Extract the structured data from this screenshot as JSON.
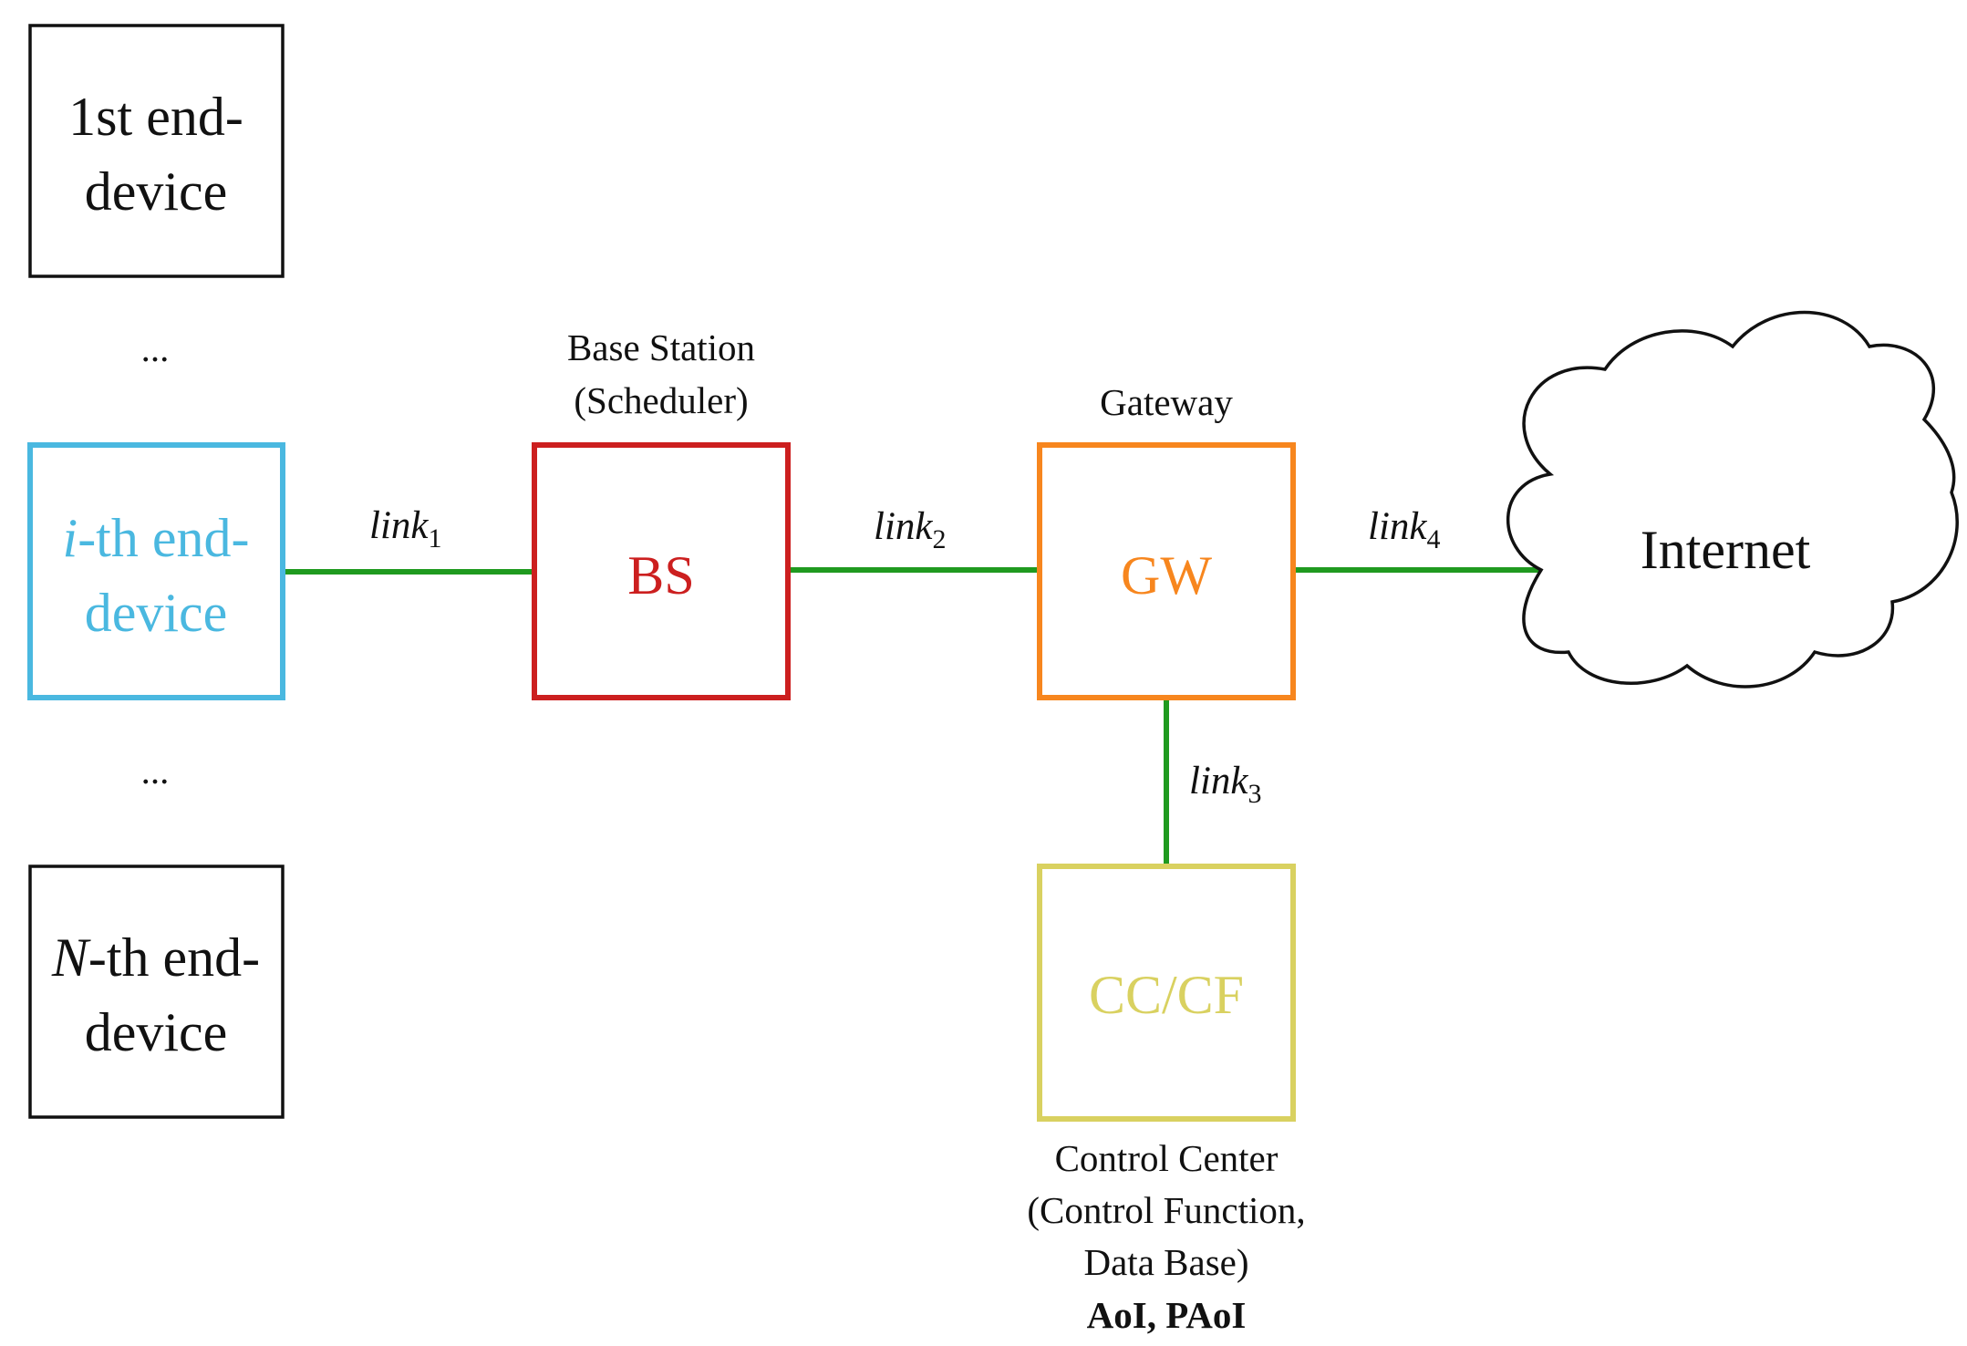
{
  "colors": {
    "black": "#111111",
    "device_i": "#4ab8e0",
    "bs": "#cc1f1f",
    "gw": "#f7861e",
    "cc": "#d9d160",
    "link": "#1f9a1f"
  },
  "devices": {
    "first": {
      "line1": "1st end-",
      "line2": "device"
    },
    "ellipsis_top": "...",
    "ith": {
      "var": "i",
      "line1_rest": "-th end-",
      "line2": "device"
    },
    "ellipsis_bottom": "...",
    "nth": {
      "var": "N",
      "line1_rest": "-th end-",
      "line2": "device"
    }
  },
  "bs": {
    "caption_line1": "Base Station",
    "caption_line2": "(Scheduler)",
    "label": "BS"
  },
  "gw": {
    "caption": "Gateway",
    "label": "GW"
  },
  "cc": {
    "label": "CC/CF",
    "caption_line1": "Control Center",
    "caption_line2": "(Control Function,",
    "caption_line3": "Data Base)",
    "caption_line4": "AoI, PAoI"
  },
  "internet": {
    "label": "Internet"
  },
  "links": {
    "base": "link",
    "l1": "1",
    "l2": "2",
    "l3": "3",
    "l4": "4"
  }
}
